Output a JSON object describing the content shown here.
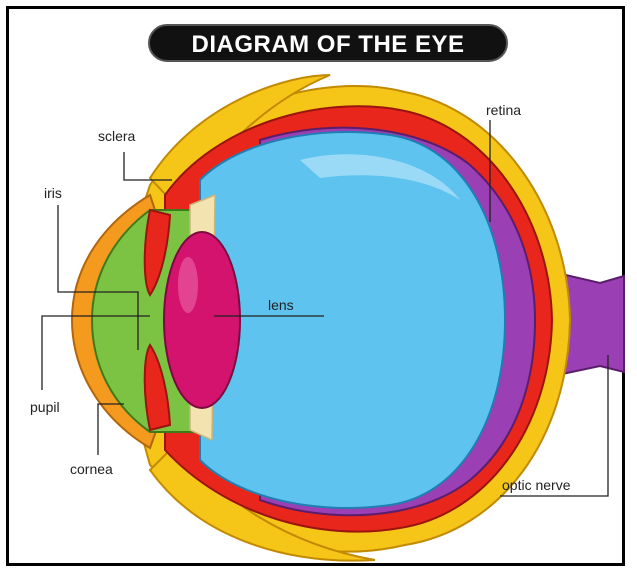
{
  "title": "DIAGRAM OF THE EYE",
  "labels": {
    "sclera": "sclera",
    "iris": "iris",
    "pupil": "pupil",
    "cornea": "cornea",
    "lens": "lens",
    "retina": "retina",
    "optic_nerve": "optic nerve"
  },
  "colors": {
    "sclera": "#f5c518",
    "choroid": "#e8261c",
    "retina": "#9b3fb5",
    "vitreous": "#5ec3ee",
    "lens": "#d4136e",
    "iris": "#7cc243",
    "cornea": "#f39a1f"
  }
}
